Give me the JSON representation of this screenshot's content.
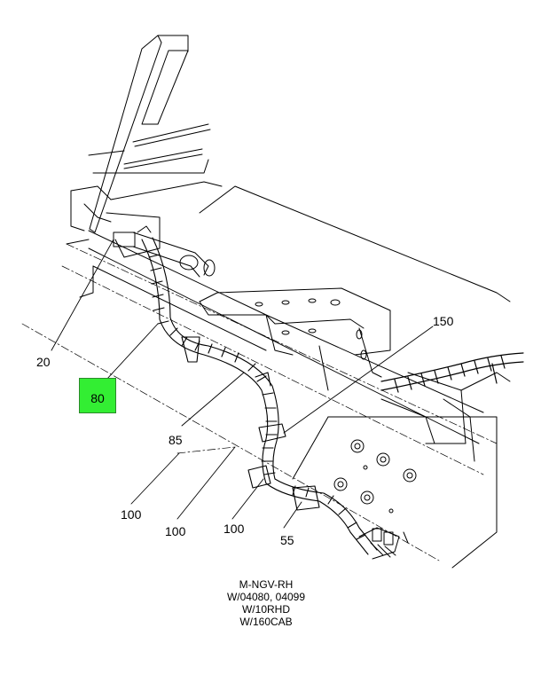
{
  "diagram": {
    "callouts": [
      {
        "id": "c20",
        "label": "20"
      },
      {
        "id": "c85",
        "label": "85"
      },
      {
        "id": "c150",
        "label": "150"
      },
      {
        "id": "c100a",
        "label": "100"
      },
      {
        "id": "c100b",
        "label": "100"
      },
      {
        "id": "c100c",
        "label": "100"
      },
      {
        "id": "c55",
        "label": "55"
      }
    ],
    "highlighted_callout": {
      "label": "80",
      "color": "#33ee33"
    },
    "caption_lines": [
      "M-NGV-RH",
      "W/04080, 04099",
      "W/10RHD",
      "W/160CAB"
    ]
  },
  "colors": {
    "line": "#000000",
    "background": "#ffffff",
    "highlight": "#33ee33"
  }
}
